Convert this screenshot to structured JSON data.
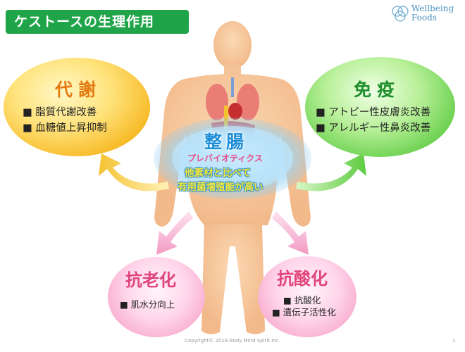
{
  "header": {
    "title": "ケストースの生理作用"
  },
  "logo": {
    "line1": "Wellbeing",
    "line2": "Foods"
  },
  "nodes": {
    "metabolism": {
      "heading": "代謝",
      "items": [
        "■ 脂質代謝改善",
        "■ 血糖値上昇抑制"
      ]
    },
    "immunity": {
      "heading": "免疫",
      "items": [
        "■ アトピー性皮膚炎改善",
        "■ アレルギー性鼻炎改善"
      ]
    },
    "anti_aging": {
      "heading": "抗老化",
      "items": [
        "■ 肌水分向上"
      ]
    },
    "antioxidant": {
      "heading": "抗酸化",
      "items": [
        "■ 抗酸化",
        "■ 遺伝子活性化"
      ]
    },
    "gut": {
      "heading": "整腸",
      "subheading": "プレバイオティクス",
      "desc_line1": "他素材と比べて",
      "desc_line2": "有用菌増殖能が高い"
    }
  },
  "footer": {
    "copyright": "Copyright© 2018 Body Mind Spirit Inc.",
    "page": "1"
  },
  "colors": {
    "title_bg": "#1fa44a",
    "metabolism": "#f6b51d",
    "immunity": "#62cd46",
    "pink": "#f6a5cb",
    "gut_cloud": "#9fd4f5"
  }
}
